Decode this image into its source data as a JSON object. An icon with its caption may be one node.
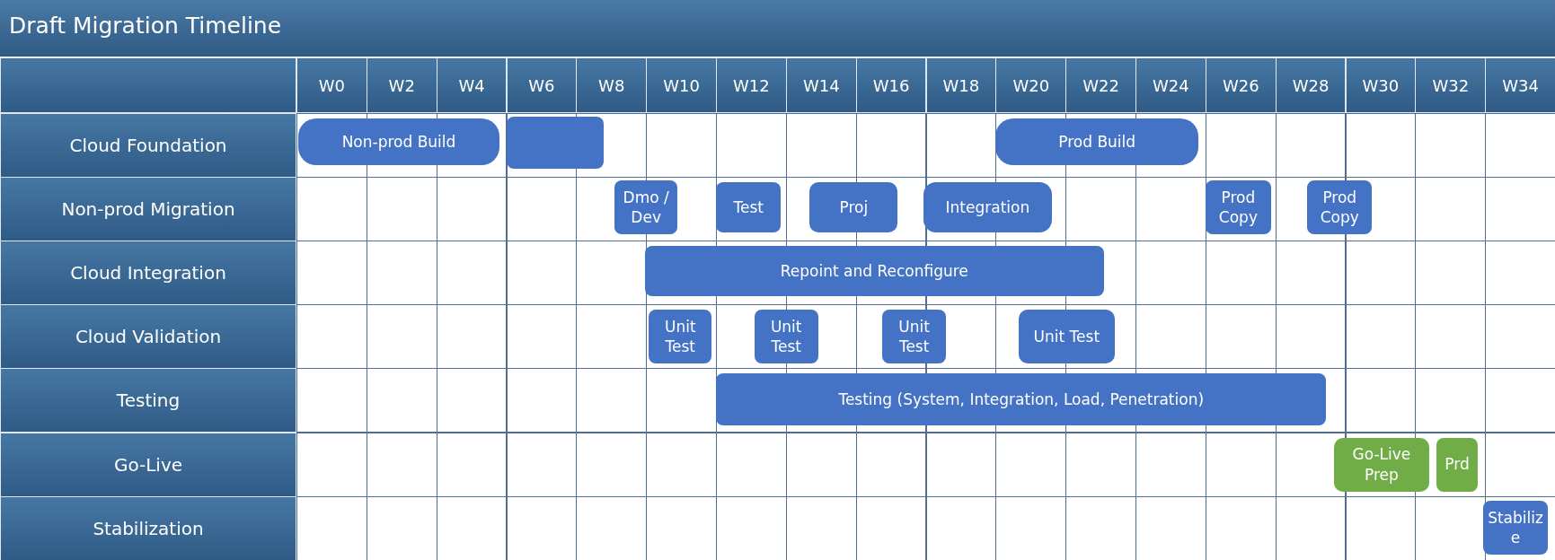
{
  "diagram": {
    "title": "Draft Migration Timeline",
    "nodes": [
      {
        "text": [
          "Non-prod Build"
        ]
      },
      {
        "text": [],
        "shape": "bar"
      },
      {
        "text": [
          "Prod Build"
        ]
      },
      {
        "text": [
          "Dmo / Dev"
        ]
      },
      {
        "text": [
          "Test"
        ]
      },
      {
        "text": [
          "Proj"
        ]
      },
      {
        "text": [
          "Integration"
        ]
      },
      {
        "text": [
          "Prod Copy"
        ]
      },
      {
        "text": [
          "Prod Copy"
        ]
      },
      {
        "text": [
          "Repoint and Reconfigure"
        ]
      },
      {
        "text": [
          "Unit Test"
        ]
      },
      {
        "text": [
          "Unit Test"
        ]
      },
      {
        "text": [
          "Unit Test"
        ]
      },
      {
        "text": [
          "Unit Test"
        ]
      },
      {
        "text": [
          "Testing (System, Integration, Load, Penetration)"
        ]
      },
      {
        "text": [
          "Go-Live Prep"
        ]
      },
      {
        "text": [
          "Prd"
        ]
      },
      {
        "text": [
          "Stabilize"
        ]
      }
    ],
    "labels": [
      "W0",
      "W2",
      "W4",
      "W6",
      "W8",
      "W10",
      "W12",
      "W14",
      "W16",
      "W18",
      "W20",
      "W22",
      "W24",
      "W26",
      "W28",
      "W30",
      "W32",
      "W34",
      "Cloud Foundation",
      "Non-prod Migration",
      "Cloud Integration",
      "Cloud Validation",
      "Testing",
      "Go-Live",
      "Stabilization"
    ]
  }
}
